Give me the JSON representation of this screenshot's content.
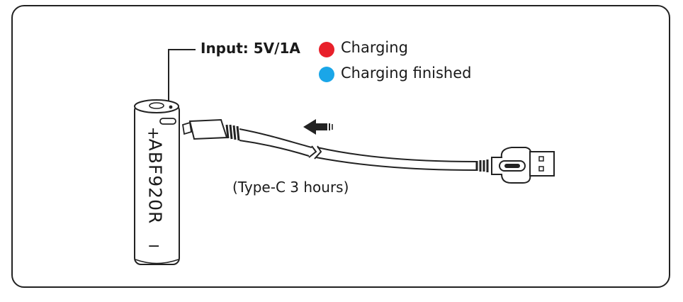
{
  "input_label": "Input: 5V/1A",
  "legend": {
    "charging": "Charging",
    "charging_finished": "Charging finished",
    "charging_color": "#e8202a",
    "finished_color": "#1aa6e8"
  },
  "cable_note": "(Type-C  3 hours)",
  "battery": {
    "model": "ABF920R",
    "plus": "+",
    "minus": "−"
  },
  "icons": {
    "arrow": "left-arrow-icon"
  }
}
